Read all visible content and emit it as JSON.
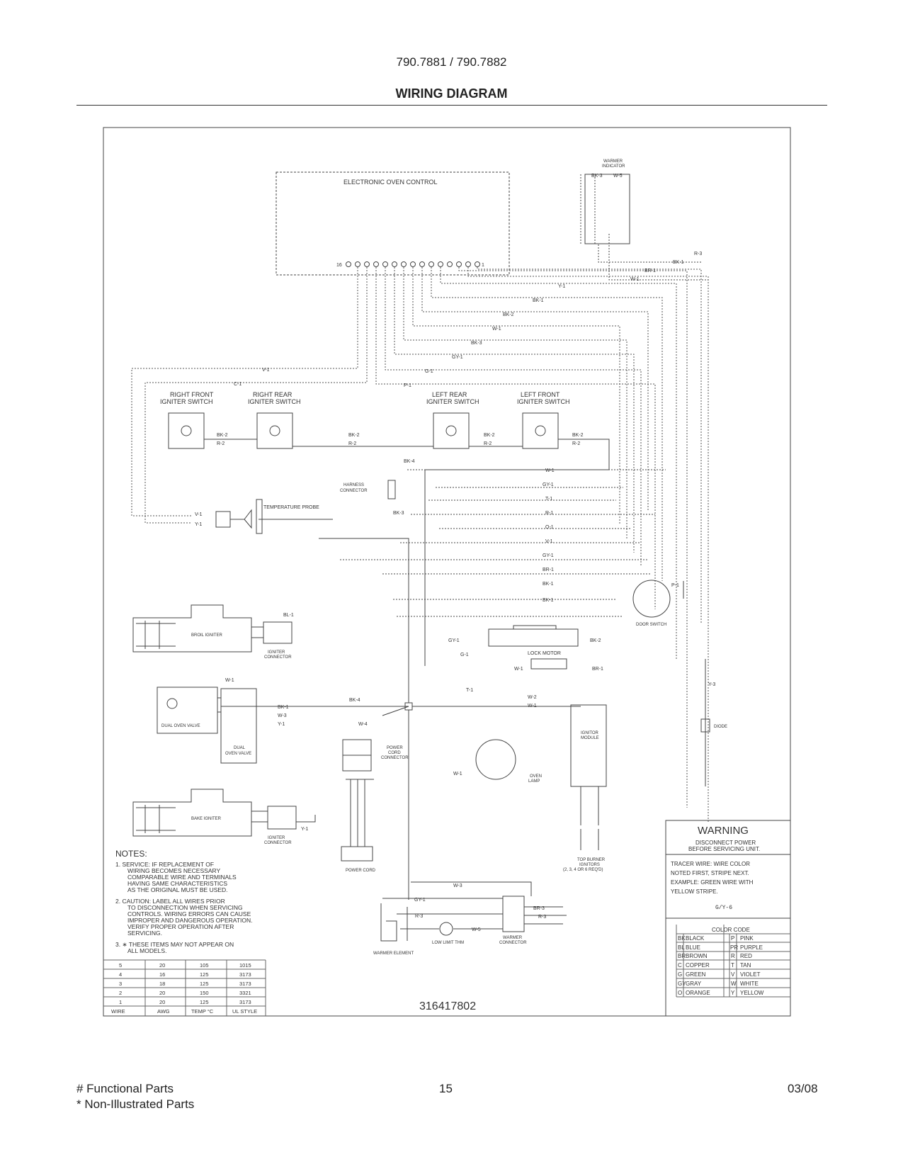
{
  "header": {
    "model": "790.7881 / 790.7882",
    "title": "WIRING DIAGRAM"
  },
  "labels": {
    "eoc": "ELECTRONIC OVEN CONTROL",
    "pin_left": "16",
    "pin_right": "1",
    "warmer_indicator_1": "WARMER",
    "warmer_indicator_2": "INDICATOR",
    "rf_switch_1": "RIGHT FRONT",
    "rf_switch_2": "IGNITER SWITCH",
    "rr_switch_1": "RIGHT REAR",
    "rr_switch_2": "IGNITER SWITCH",
    "lr_switch_1": "LEFT REAR",
    "lr_switch_2": "IGNITER SWITCH",
    "lf_switch_1": "LEFT FRONT",
    "lf_switch_2": "IGNITER SWITCH",
    "temp_probe": "TEMPERATURE PROBE",
    "harness_1": "HARNESS",
    "harness_2": "CONNECTOR",
    "door_switch": "DOOR SWITCH",
    "broil_igniter": "BROIL IGNITER",
    "igniter_conn_1": "IGNITER",
    "igniter_conn_2": "CONNECTOR",
    "lock_motor": "LOCK MOTOR",
    "dual_valve_1": "DUAL OVEN VALVE",
    "dual_valve_2": "DUAL",
    "dual_valve_3": "OVEN VALVE",
    "power_cord_conn_1": "POWER",
    "power_cord_conn_2": "CORD",
    "power_cord_conn_3": "CONNECTOR",
    "oven_lamp_1": "OVEN",
    "oven_lamp_2": "LAMP",
    "ignitor_module_1": "IGNITOR",
    "ignitor_module_2": "MODULE",
    "diode": "DIODE",
    "bake_igniter": "BAKE IGNITER",
    "igniter_conn_b1": "IGNITER",
    "igniter_conn_b2": "CONNECTOR",
    "power_cord": "POWER CORD",
    "top_burner_1": "TOP BURNER",
    "top_burner_2": "IGNITORS",
    "top_burner_3": "(2, 3, 4 OR 6 REQ'D)",
    "low_limit": "LOW LIMIT THM",
    "warmer_conn_1": "WARMER",
    "warmer_conn_2": "CONNECTOR",
    "warmer_element": "WARMER ELEMENT",
    "part_number": "316417802"
  },
  "wires": {
    "y1": "Y-1",
    "bk1": "BK-1",
    "bk2": "BK-2",
    "w1": "W-1",
    "bk3": "BK-3",
    "gy1": "GY-1",
    "g1": "G-1",
    "v1": "V-1",
    "c1": "C-1",
    "p1": "P-1",
    "r2": "R-2",
    "w2": "W-2",
    "w3": "W-3",
    "w4": "W-4",
    "bk4": "BK-4",
    "t1": "T-1",
    "r1": "R-1",
    "o1": "O-1",
    "bl1": "BL-1",
    "br1": "BR-1",
    "w5": "W-5",
    "r3": "R-3",
    "br3": "BR-3",
    "gv6": "G/Y-6",
    "y3": "Y-3"
  },
  "notes": {
    "title": "NOTES:",
    "n1": [
      "1.  SERVICE:  IF REPLACEMENT OF",
      "WIRING BECOMES NECESSARY",
      "COMPARABLE WIRE AND TERMINALS",
      "HAVING SAME CHARACTERISTICS",
      "AS THE ORIGINAL MUST BE USED."
    ],
    "n2": [
      "2.  CAUTION:  LABEL ALL WIRES PRIOR",
      "TO DISCONNECTION WHEN SERVICING",
      "CONTROLS.  WIRING ERRORS CAN CAUSE",
      "IMPROPER AND DANGEROUS OPERATION.",
      "VERIFY PROPER OPERATION AFTER",
      "SERVICING."
    ],
    "n3": [
      "3.  ∗ THESE ITEMS MAY NOT APPEAR ON",
      "ALL MODELS."
    ]
  },
  "wire_table": {
    "headers": [
      "WIRE",
      "AWG",
      "TEMP °C",
      "UL STYLE"
    ],
    "rows": [
      [
        "5",
        "20",
        "105",
        "1015"
      ],
      [
        "4",
        "16",
        "125",
        "3173"
      ],
      [
        "3",
        "18",
        "125",
        "3173"
      ],
      [
        "2",
        "20",
        "150",
        "3321"
      ],
      [
        "1",
        "20",
        "125",
        "3173"
      ]
    ]
  },
  "warning": {
    "title": "WARNING",
    "line1": "DISCONNECT POWER",
    "line2": "BEFORE SERVICING UNIT.",
    "tracer": [
      "TRACER WIRE:  WIRE COLOR",
      "NOTED FIRST, STRIPE NEXT.",
      "EXAMPLE:  GREEN WIRE WITH",
      "YELLOW STRIPE."
    ],
    "example_tag": "G/Y-6"
  },
  "color_code": {
    "title": "COLOR CODE",
    "rows": [
      [
        "BK",
        "BLACK",
        "P",
        "PINK"
      ],
      [
        "BL",
        "BLUE",
        "PR",
        "PURPLE"
      ],
      [
        "BR",
        "BROWN",
        "R",
        "RED"
      ],
      [
        "C",
        "COPPER",
        "T",
        "TAN"
      ],
      [
        "G",
        "GREEN",
        "V",
        "VIOLET"
      ],
      [
        "GY",
        "GRAY",
        "W",
        "WHITE"
      ],
      [
        "O",
        "ORANGE",
        "Y",
        "YELLOW"
      ]
    ]
  },
  "footer": {
    "functional": "# Functional Parts",
    "non_illustrated": "* Non-Illustrated Parts",
    "page": "15",
    "date": "03/08"
  }
}
